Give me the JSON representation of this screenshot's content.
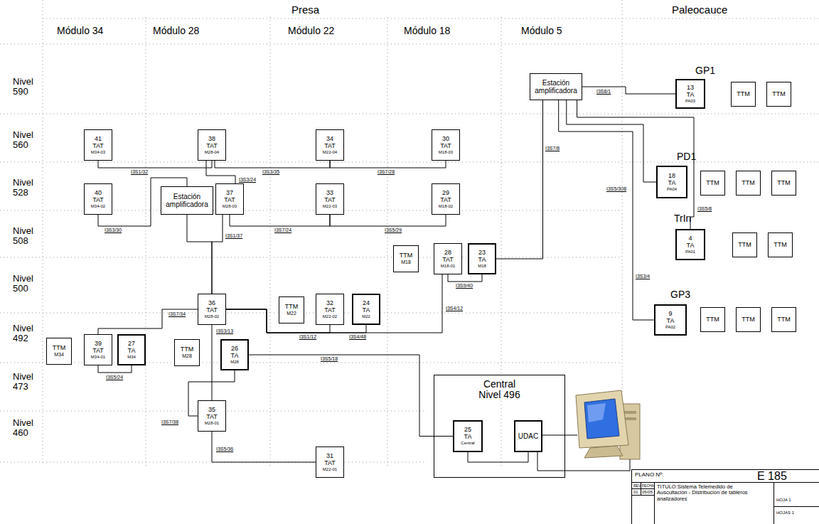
{
  "diagram": {
    "nodes": [
      {
        "text": [
          "Estación amplificadora"
        ]
      },
      {
        "text": [
          "13",
          "TA",
          "PA03"
        ]
      },
      {
        "text": [
          "TTM"
        ]
      },
      {
        "text": [
          "TTM"
        ]
      },
      {
        "text": [
          "41",
          "TAT",
          "M34-03"
        ]
      },
      {
        "text": [
          "38",
          "TAT",
          "M28-04"
        ]
      },
      {
        "text": [
          "34",
          "TAT",
          "M22-04"
        ]
      },
      {
        "text": [
          "30",
          "TAT",
          "M18-03"
        ]
      },
      {
        "text": [
          "18",
          "TA",
          "PA04"
        ]
      },
      {
        "text": [
          "TTM"
        ]
      },
      {
        "text": [
          "TTM"
        ]
      },
      {
        "text": [
          "TTM"
        ]
      },
      {
        "text": [
          "40",
          "TAT",
          "M34-02"
        ]
      },
      {
        "text": [
          "Estación amplificadora"
        ]
      },
      {
        "text": [
          "37",
          "TAT",
          "M28-03"
        ]
      },
      {
        "text": [
          "33",
          "TAT",
          "M22-03"
        ]
      },
      {
        "text": [
          "29",
          "TAT",
          "M18-02"
        ]
      },
      {
        "text": [
          "4",
          "TA",
          "PA01"
        ]
      },
      {
        "text": [
          "TTM"
        ]
      },
      {
        "text": [
          "TTM"
        ]
      },
      {
        "text": [
          "TTM",
          "M18"
        ]
      },
      {
        "text": [
          "28",
          "TAT",
          "M18-01"
        ]
      },
      {
        "text": [
          "23",
          "TA",
          "M18"
        ]
      },
      {
        "text": [
          "36",
          "TAT",
          "M28-02"
        ]
      },
      {
        "text": [
          "TTM",
          "M22"
        ]
      },
      {
        "text": [
          "32",
          "TAT",
          "M22-02"
        ]
      },
      {
        "text": [
          "24",
          "TA",
          "M22"
        ]
      },
      {
        "text": [
          "9",
          "TA",
          "PA02"
        ]
      },
      {
        "text": [
          "TTM"
        ]
      },
      {
        "text": [
          "TTM"
        ]
      },
      {
        "text": [
          "TTM"
        ]
      },
      {
        "text": [
          "TTM",
          "M34"
        ]
      },
      {
        "text": [
          "39",
          "TAT",
          "M34-01"
        ]
      },
      {
        "text": [
          "27",
          "TA",
          "M34"
        ]
      },
      {
        "text": [
          "TTM",
          "M28"
        ]
      },
      {
        "text": [
          "26",
          "TA",
          "M28"
        ]
      },
      {
        "text": [
          "Central Nivel 496"
        ]
      },
      {
        "text": [
          "25",
          "TA",
          "Central"
        ],
        "in": 36
      },
      {
        "text": [
          "UDAC"
        ],
        "in": 36
      },
      {
        "text": [
          "35",
          "TAT",
          "M28-01"
        ]
      },
      {
        "text": [
          "31",
          "TAT",
          "M22-01"
        ]
      }
    ],
    "edges": [
      {
        "from": 0,
        "to": 1,
        "label": "I3S8/1",
        "arrow": "none"
      },
      {
        "from": 0,
        "to": 8,
        "label": "I3S5/308",
        "arrow": "none"
      },
      {
        "from": 0,
        "to": 17,
        "label": "I3S5/8",
        "arrow": "none"
      },
      {
        "from": 0,
        "to": 27,
        "label": "I3S3/4",
        "arrow": "none"
      },
      {
        "from": 0,
        "to": 22,
        "label": "I3S7/8",
        "arrow": "none"
      },
      {
        "from": 4,
        "to": 5,
        "label": "I3S1/32",
        "arrow": "none"
      },
      {
        "from": 5,
        "to": 6,
        "label": "I3S3/35",
        "arrow": "none"
      },
      {
        "from": 6,
        "to": 7,
        "label": "I3S7/28",
        "arrow": "none"
      },
      {
        "from": 5,
        "to": 14,
        "label": "I3S3/24",
        "arrow": "none"
      },
      {
        "from": 14,
        "to": 15,
        "label": "I3S7/24",
        "arrow": "none"
      },
      {
        "from": 15,
        "to": 16,
        "label": "I3S5/29",
        "arrow": "none"
      },
      {
        "from": 12,
        "to": 13,
        "label": "I3S3/30",
        "arrow": "none"
      },
      {
        "from": 13,
        "to": 23,
        "arrow": "none"
      },
      {
        "from": 14,
        "to": 23,
        "label": "I3S1/37",
        "arrow": "none"
      },
      {
        "from": 21,
        "to": 22,
        "label": "I3S9/40",
        "arrow": "none"
      },
      {
        "from": 21,
        "to": 23,
        "label": "I3S4/12",
        "arrow": "none"
      },
      {
        "from": 25,
        "to": 23,
        "label": "I3S1/12",
        "arrow": "none"
      },
      {
        "from": 26,
        "to": 23,
        "label": "I3S4/48",
        "arrow": "none"
      },
      {
        "from": 23,
        "to": 32,
        "label": "I3S7/34",
        "arrow": "none"
      },
      {
        "from": 32,
        "to": 33,
        "label": "I3S5/24",
        "arrow": "none"
      },
      {
        "from": 23,
        "to": 39,
        "label": "I3S3/13",
        "arrow": "none"
      },
      {
        "from": 35,
        "to": 37,
        "label": "I3S5/18",
        "arrow": "none"
      },
      {
        "from": 39,
        "to": 35,
        "label": "I3S7/38",
        "arrow": "none"
      },
      {
        "from": 39,
        "to": 40,
        "label": "I3S5/36",
        "arrow": "none"
      },
      {
        "from": 37,
        "to": 38,
        "arrow": "none"
      }
    ],
    "labels": [
      "Presa",
      "Paleocauce",
      "Módulo 34",
      "Módulo 28",
      "Módulo 22",
      "Módulo 18",
      "Módulo 5",
      "Nivel 590",
      "Nivel 560",
      "Nivel 528",
      "Nivel 508",
      "Nivel 500",
      "Nivel 492",
      "Nivel 473",
      "Nivel 460",
      "GP1",
      "PD1",
      "TrIn",
      "GP3",
      "PLANO Nº:",
      "E 185",
      "REV",
      "FECHA",
      "01",
      "05/05",
      "TITULO:Sistema Telemedido de Auscultación - Distribución de tableros analizadores",
      "HOJA 1",
      "HOJAS 1"
    ]
  }
}
